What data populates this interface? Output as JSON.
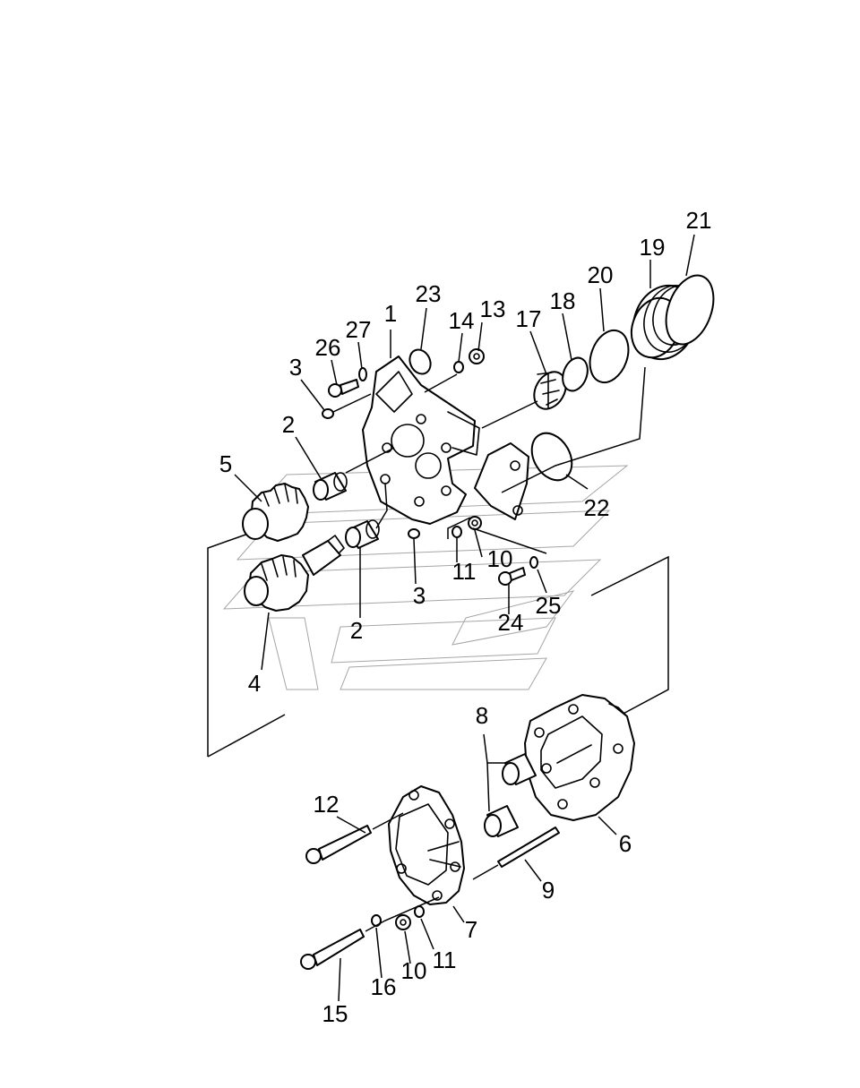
{
  "callouts": [
    {
      "id": "1",
      "text": "1"
    },
    {
      "id": "2a",
      "text": "2"
    },
    {
      "id": "2b",
      "text": "2"
    },
    {
      "id": "3a",
      "text": "3"
    },
    {
      "id": "3b",
      "text": "3"
    },
    {
      "id": "4",
      "text": "4"
    },
    {
      "id": "5",
      "text": "5"
    },
    {
      "id": "6",
      "text": "6"
    },
    {
      "id": "7",
      "text": "7"
    },
    {
      "id": "8",
      "text": "8"
    },
    {
      "id": "9",
      "text": "9"
    },
    {
      "id": "10a",
      "text": "10"
    },
    {
      "id": "10b",
      "text": "10"
    },
    {
      "id": "11a",
      "text": "11"
    },
    {
      "id": "11b",
      "text": "11"
    },
    {
      "id": "12",
      "text": "12"
    },
    {
      "id": "13",
      "text": "13"
    },
    {
      "id": "14",
      "text": "14"
    },
    {
      "id": "15",
      "text": "15"
    },
    {
      "id": "16",
      "text": "16"
    },
    {
      "id": "17",
      "text": "17"
    },
    {
      "id": "18",
      "text": "18"
    },
    {
      "id": "19",
      "text": "19"
    },
    {
      "id": "20",
      "text": "20"
    },
    {
      "id": "21",
      "text": "21"
    },
    {
      "id": "22",
      "text": "22"
    },
    {
      "id": "23",
      "text": "23"
    },
    {
      "id": "24",
      "text": "24"
    },
    {
      "id": "25",
      "text": "25"
    },
    {
      "id": "26",
      "text": "26"
    },
    {
      "id": "27",
      "text": "27"
    }
  ],
  "colors": {
    "ink": "#000000",
    "paper": "#ffffff"
  }
}
